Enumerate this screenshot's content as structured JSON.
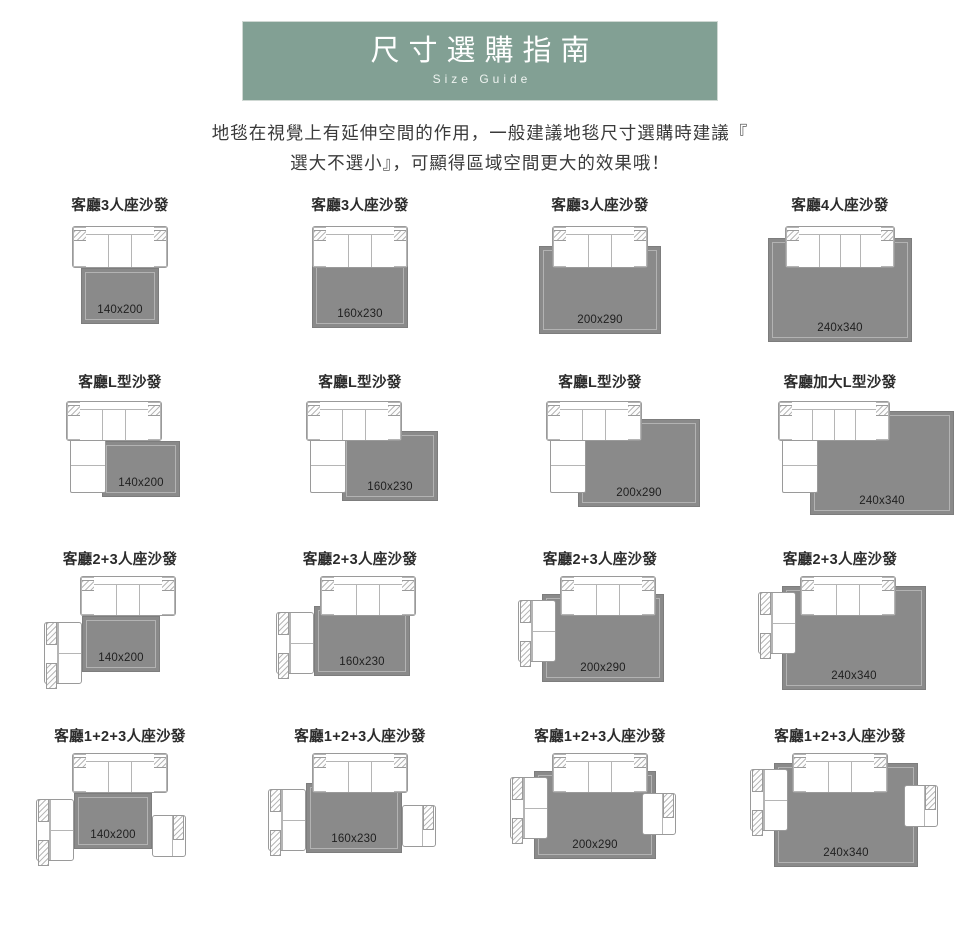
{
  "banner": {
    "title": "尺寸選購指南",
    "subtitle": "Size Guide",
    "bg_color": "#82a094",
    "text_color": "#ffffff"
  },
  "intro": {
    "line1": "地毯在視覺上有延伸空間的作用，一般建議地毯尺寸選購時建議『",
    "line2": "選大不選小』，可顯得區域空間更大的效果哦！"
  },
  "palette": {
    "rug_fill": "#8a8a8a",
    "rug_inner_line": "#b3b3b3",
    "furniture_fill": "#ffffff",
    "furniture_stroke": "#9a9a9a",
    "title_color": "#2b2b2b"
  },
  "sizes": [
    "140x200",
    "160x230",
    "200x290",
    "240x340"
  ],
  "rows": [
    {
      "row_id": "three-seat",
      "cells": [
        {
          "title": "客廳3人座沙發",
          "size": "140x200"
        },
        {
          "title": "客廳3人座沙發",
          "size": "160x230"
        },
        {
          "title": "客廳3人座沙發",
          "size": "200x290"
        },
        {
          "title": "客廳4人座沙發",
          "size": "240x340"
        }
      ]
    },
    {
      "row_id": "l-shape",
      "cells": [
        {
          "title": "客廳L型沙發",
          "size": "140x200"
        },
        {
          "title": "客廳L型沙發",
          "size": "160x230"
        },
        {
          "title": "客廳L型沙發",
          "size": "200x290"
        },
        {
          "title": "客廳加大L型沙發",
          "size": "240x340"
        }
      ]
    },
    {
      "row_id": "two-plus-three",
      "cells": [
        {
          "title": "客廳2+3人座沙發",
          "size": "140x200"
        },
        {
          "title": "客廳2+3人座沙發",
          "size": "160x230"
        },
        {
          "title": "客廳2+3人座沙發",
          "size": "200x290"
        },
        {
          "title": "客廳2+3人座沙發",
          "size": "240x340"
        }
      ]
    },
    {
      "row_id": "one-two-three",
      "cells": [
        {
          "title": "客廳1+2+3人座沙發",
          "size": "140x200"
        },
        {
          "title": "客廳1+2+3人座沙發",
          "size": "160x230"
        },
        {
          "title": "客廳1+2+3人座沙發",
          "size": "200x290"
        },
        {
          "title": "客廳1+2+3人座沙發",
          "size": "240x340"
        }
      ]
    }
  ]
}
